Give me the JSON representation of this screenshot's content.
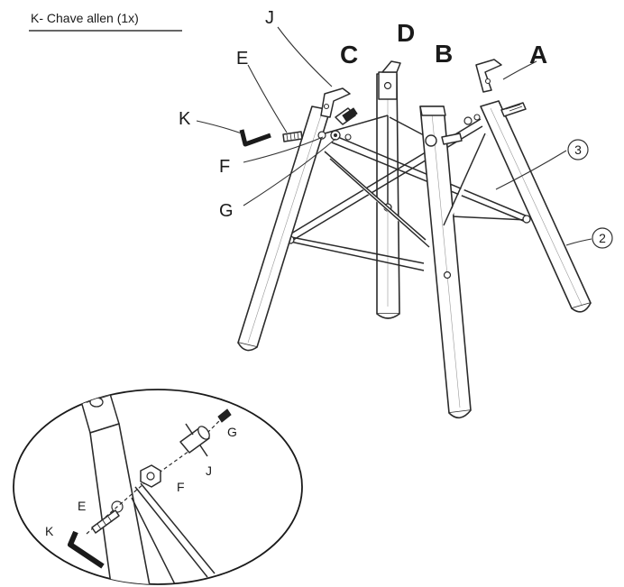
{
  "title": "K- Chave allen (1x)",
  "labels": {
    "A": "A",
    "B": "B",
    "C": "C",
    "D": "D",
    "E": "E",
    "F": "F",
    "G": "G",
    "J": "J",
    "K": "K",
    "n2": "2",
    "n3": "3"
  },
  "detail_labels": {
    "E": "E",
    "F": "F",
    "G": "G",
    "J": "J",
    "K": "K"
  },
  "colors": {
    "ink": "#2b2b2b",
    "paper": "#ffffff"
  }
}
